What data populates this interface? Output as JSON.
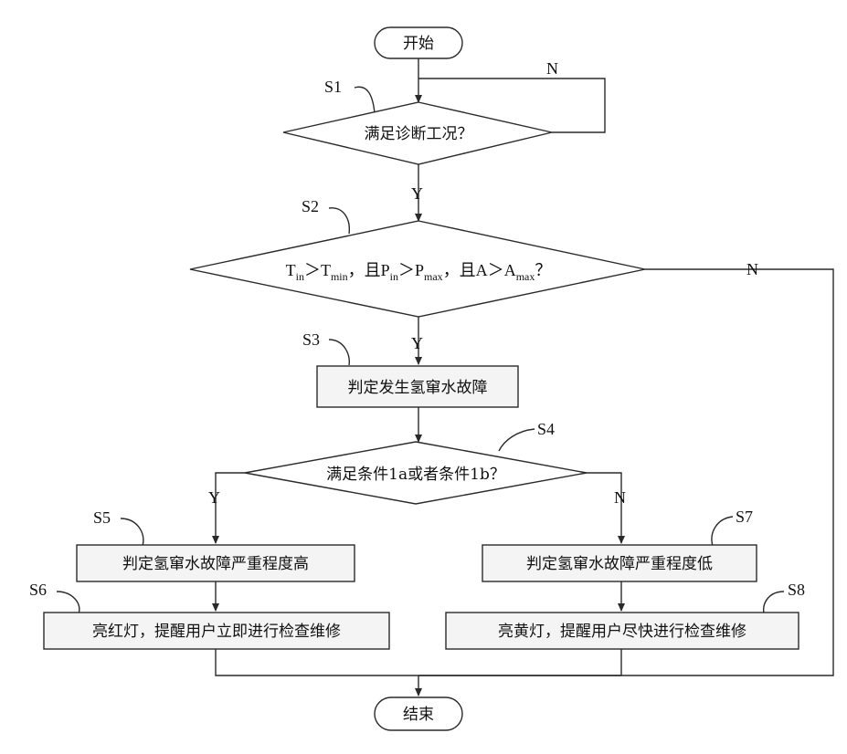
{
  "nodes": {
    "start": "开始",
    "s1": "满足诊断工况？",
    "s2": {
      "t_in": "T",
      "t_in_sub": "in",
      "gt1": "＞",
      "t_min": "T",
      "t_min_sub": "min",
      "and1": "，且P",
      "p_in_sub": "in",
      "gt2": "＞",
      "p_max": "P",
      "p_max_sub": "max",
      "and2": "，且A",
      "gt3": "＞",
      "a_max": "A",
      "a_max_sub": "max",
      "q": "？"
    },
    "s3": "判定发生氢窜水故障",
    "s4": "满足条件1a或者条件1b？",
    "s5": "判定氢窜水故障严重程度高",
    "s6": "亮红灯，提醒用户立即进行检查维修",
    "s7": "判定氢窜水故障严重程度低",
    "s8": "亮黄灯，提醒用户尽快进行检查维修",
    "end": "结束"
  },
  "step_labels": {
    "s1": "S1",
    "s2": "S2",
    "s3": "S3",
    "s4": "S4",
    "s5": "S5",
    "s6": "S6",
    "s7": "S7",
    "s8": "S8"
  },
  "branch_labels": {
    "s1_no": "N",
    "s1_yes": "Y",
    "s2_no": "N",
    "s2_yes": "Y",
    "s4_yes": "Y",
    "s4_no": "N"
  }
}
